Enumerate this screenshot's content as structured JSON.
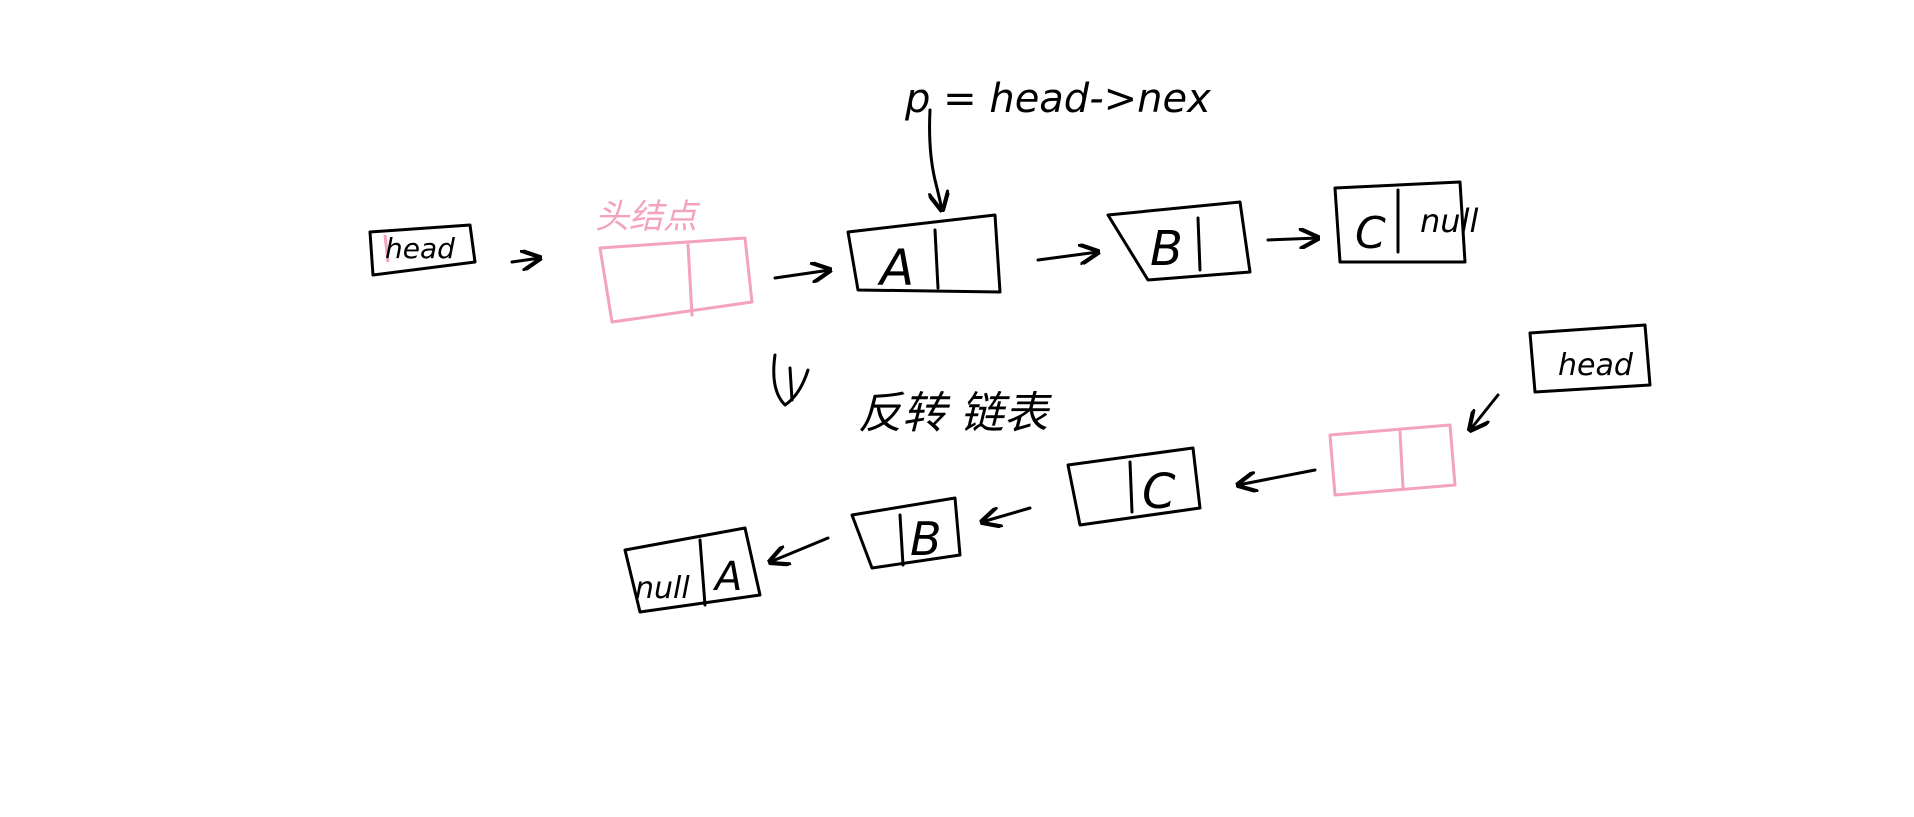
{
  "diagram": {
    "pointer_label": "p = head->nex",
    "top_row": {
      "head_label": "head",
      "sentinel_label": "头结点",
      "nodes": [
        "A",
        "B",
        "C"
      ],
      "tail_label": "null"
    },
    "transition_label": "反转 链表",
    "bottom_row": {
      "head_label": "head",
      "nodes": [
        "C",
        "B",
        "A"
      ],
      "tail_label": "null"
    },
    "colors": {
      "ink": "#000000",
      "sentinel": "#f4a3bf",
      "background": "#ffffff"
    }
  }
}
